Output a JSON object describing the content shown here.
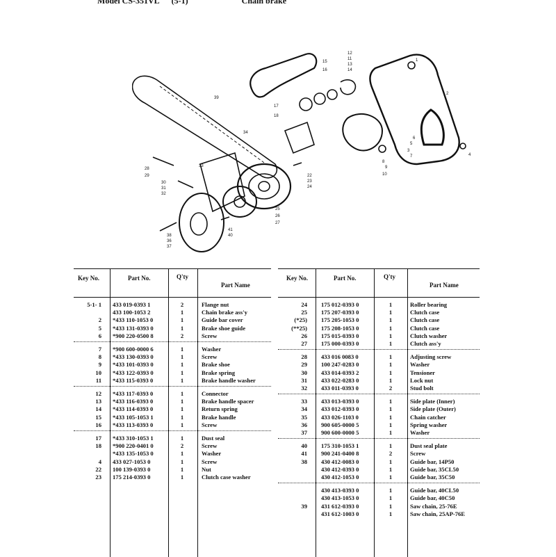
{
  "header": {
    "model": "Model CS-351VL",
    "section": "(5-1)",
    "title": "Chain brake"
  },
  "columns": {
    "key": "Key No.",
    "part": "Part No.",
    "qty": "Q'ty",
    "name": "Part Name"
  },
  "callouts": [
    "1",
    "2",
    "3",
    "4",
    "5",
    "6",
    "7",
    "8",
    "9",
    "10",
    "11",
    "12",
    "13",
    "14",
    "15",
    "16",
    "17",
    "18",
    "22",
    "23",
    "24",
    "25",
    "26",
    "27",
    "28",
    "29",
    "30",
    "31",
    "32",
    "33",
    "34",
    "36",
    "37",
    "38",
    "39",
    "40",
    "41"
  ],
  "left_rows": [
    {
      "key": "5-1-  1",
      "part": "433 019-0393 1",
      "qty": "2",
      "name": "Flange nut"
    },
    {
      "key": "",
      "part": "433 100-1053 2",
      "qty": "1",
      "name": "Chain brake ass'y"
    },
    {
      "key": "2",
      "part": "*433 110-1053 0",
      "qty": "1",
      "name": "Guide bar cover"
    },
    {
      "key": "5",
      "part": "*433 131-0393 0",
      "qty": "1",
      "name": "Brake shoe guide"
    },
    {
      "key": "6",
      "part": "*900 220-0500 8",
      "qty": "2",
      "name": "Screw"
    },
    {
      "key": "7",
      "part": "*900 600-0000 6",
      "qty": "1",
      "name": "Washer"
    },
    {
      "key": "8",
      "part": "*433 130-0393 0",
      "qty": "1",
      "name": "Screw"
    },
    {
      "key": "9",
      "part": "*433 101-0393 0",
      "qty": "1",
      "name": "Brake shoe"
    },
    {
      "key": "10",
      "part": "*433 122-0393 0",
      "qty": "1",
      "name": "Brake spring"
    },
    {
      "key": "11",
      "part": "*433 115-0393 0",
      "qty": "1",
      "name": "Brake handle washer"
    },
    {
      "key": "12",
      "part": "*433 117-0393 0",
      "qty": "1",
      "name": "Connector"
    },
    {
      "key": "13",
      "part": "*433 116-0393 0",
      "qty": "1",
      "name": "Brake handle spacer"
    },
    {
      "key": "14",
      "part": "*433 114-0393 0",
      "qty": "1",
      "name": "Return spring"
    },
    {
      "key": "15",
      "part": "*433 105-1053 1",
      "qty": "1",
      "name": "Brake handle"
    },
    {
      "key": "16",
      "part": "*433 113-0393 0",
      "qty": "1",
      "name": "Screw"
    },
    {
      "key": "17",
      "part": "*433 310-1053 1",
      "qty": "1",
      "name": "Dust seal"
    },
    {
      "key": "18",
      "part": "*900 220-0401 0",
      "qty": "2",
      "name": "Screw"
    },
    {
      "key": "",
      "part": "*433 135-1053 0",
      "qty": "1",
      "name": "Washer"
    },
    {
      "key": "4",
      "part": "433 027-1053 0",
      "qty": "1",
      "name": "Screw"
    },
    {
      "key": "22",
      "part": "100 139-0393 0",
      "qty": "1",
      "name": "Nut"
    },
    {
      "key": "23",
      "part": "175 214-0393 0",
      "qty": "1",
      "name": "Clutch case washer"
    }
  ],
  "right_rows": [
    {
      "key": "24",
      "part": "175 012-0393 0",
      "qty": "1",
      "name": "Roller bearing"
    },
    {
      "key": "25",
      "part": "175 207-0393 0",
      "qty": "1",
      "name": "Clutch case"
    },
    {
      "key": "(*25)",
      "part": "175 205-1053 0",
      "qty": "1",
      "name": "Clutch case"
    },
    {
      "key": "(**25)",
      "part": "175 208-1053 0",
      "qty": "1",
      "name": "Clutch case"
    },
    {
      "key": "26",
      "part": "175 015-0393 0",
      "qty": "1",
      "name": "Clutch washer"
    },
    {
      "key": "27",
      "part": "175 000-0393 0",
      "qty": "1",
      "name": "Clutch ass'y"
    },
    {
      "key": "28",
      "part": "433 016 0083 0",
      "qty": "1",
      "name": "Adjusting screw"
    },
    {
      "key": "29",
      "part": "100 247-0283 0",
      "qty": "1",
      "name": "Washer"
    },
    {
      "key": "30",
      "part": "433 014-0393 2",
      "qty": "1",
      "name": "Tensioner"
    },
    {
      "key": "31",
      "part": "433 022-0283 0",
      "qty": "1",
      "name": "Lock nut"
    },
    {
      "key": "32",
      "part": "433 011-0393 0",
      "qty": "2",
      "name": "Stud bolt"
    },
    {
      "key": "33",
      "part": "433 013-0393 0",
      "qty": "1",
      "name": "Side plate (Inner)"
    },
    {
      "key": "34",
      "part": "433 012-0393 0",
      "qty": "1",
      "name": "Side plate (Outer)"
    },
    {
      "key": "35",
      "part": "433 026-1103 0",
      "qty": "1",
      "name": "Chain catcher"
    },
    {
      "key": "36",
      "part": "900 605-0000 5",
      "qty": "1",
      "name": "Spring washer"
    },
    {
      "key": "37",
      "part": "900 600-0000 5",
      "qty": "1",
      "name": "Washer"
    },
    {
      "key": "40",
      "part": "175 310-1053 1",
      "qty": "1",
      "name": "Dust seal plate"
    },
    {
      "key": "41",
      "part": "900 241-0400 8",
      "qty": "2",
      "name": "Screw"
    },
    {
      "key": "38",
      "part": "430 412-0083 0",
      "qty": "1",
      "name": "Guide bar, 14P50"
    },
    {
      "key": "",
      "part": "430 412-0393 0",
      "qty": "1",
      "name": "Guide bar, 35CL50"
    },
    {
      "key": "",
      "part": "430 412-1053 0",
      "qty": "1",
      "name": "Guide bar, 35C50"
    },
    {
      "key": "",
      "part": "430 413-0393 0",
      "qty": "1",
      "name": "Guide bar, 40CL50"
    },
    {
      "key": "",
      "part": "430 413-1053 0",
      "qty": "1",
      "name": "Guide bar, 40C50"
    },
    {
      "key": "39",
      "part": "431 612-0393 0",
      "qty": "1",
      "name": "Saw chain, 25-76E"
    },
    {
      "key": "",
      "part": "431 612-1003 0",
      "qty": "1",
      "name": "Saw chain, 25AP-76E"
    }
  ]
}
